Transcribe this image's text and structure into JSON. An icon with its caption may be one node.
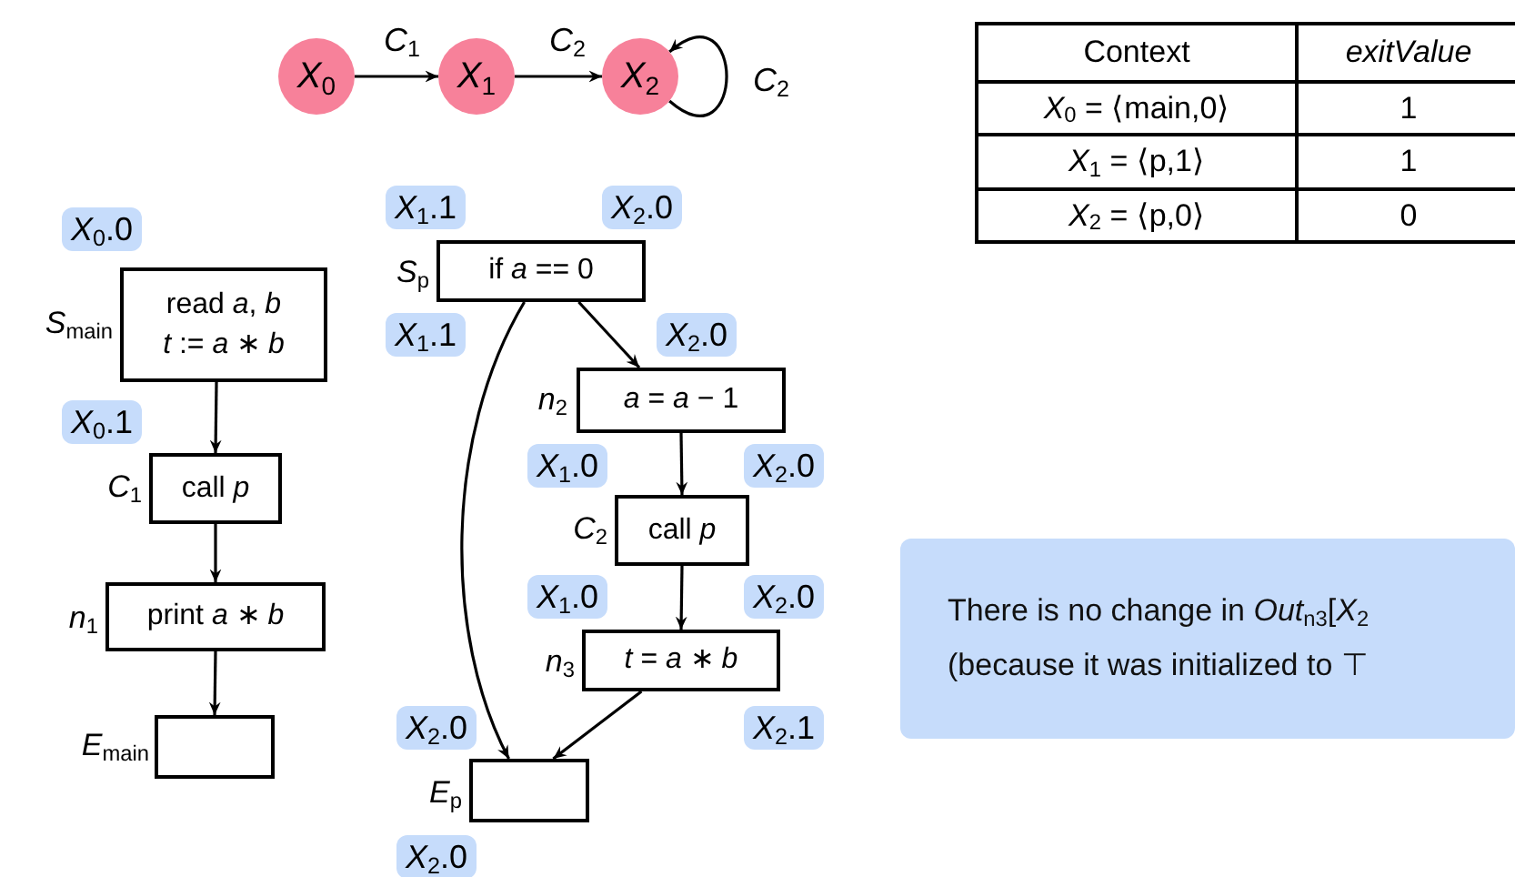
{
  "diagram": {
    "nodes": [
      {
        "text": [
          "*X*$_{0}$"
        ]
      },
      {
        "text": [
          "*X*$_{1}$"
        ]
      },
      {
        "text": [
          "*X*$_{2}$"
        ]
      },
      {
        "text": [
          "read *a*, *b* *t* := *a* ∗ *b*"
        ],
        "beside": [
          "*S*$_{main}$"
        ]
      },
      {
        "text": [
          "call *p*"
        ],
        "beside": [
          "*C*$_{1}$"
        ]
      },
      {
        "text": [
          "print *a* ∗ *b*"
        ],
        "beside": [
          "*n*$_{1}$"
        ]
      },
      {
        "text": [],
        "shape": "box",
        "beside": [
          "*E*$_{main}$"
        ]
      },
      {
        "text": [
          "if *a* == 0"
        ],
        "beside": [
          "*S*$_{p}$"
        ]
      },
      {
        "text": [
          "*a* = *a* − 1"
        ],
        "beside": [
          "*n*$_{2}$"
        ]
      },
      {
        "text": [
          "call *p*"
        ],
        "beside": [
          "*C*$_{2}$"
        ]
      },
      {
        "text": [
          "*t* = *a* ∗ *b*"
        ],
        "beside": [
          "*n*$_{3}$"
        ]
      },
      {
        "text": [],
        "shape": "box",
        "beside": [
          "*E*$_{p}$"
        ]
      },
      {
        "text": [
          "There is no change in *Out*$_{n3}$[*X*$_{2}$",
          "(because it was initialized to ⊤"
        ]
      }
    ],
    "edges": [
      {
        "from": 0,
        "to": 1,
        "arrow": "to",
        "label": "*C*$_{1}$"
      },
      {
        "from": 1,
        "to": 2,
        "arrow": "to",
        "label": "*C*$_{2}$"
      },
      {
        "from": 2,
        "to": 2,
        "arrow": "to",
        "label": "*C*$_{2}$"
      },
      {
        "from": 3,
        "to": 4,
        "arrow": "to"
      },
      {
        "from": 4,
        "to": 5,
        "arrow": "to"
      },
      {
        "from": 5,
        "to": 6,
        "arrow": "to"
      },
      {
        "from": 7,
        "to": 8,
        "arrow": "to"
      },
      {
        "from": 8,
        "to": 9,
        "arrow": "to"
      },
      {
        "from": 9,
        "to": 10,
        "arrow": "to"
      },
      {
        "from": 7,
        "to": 11,
        "arrow": "to"
      },
      {
        "from": 10,
        "to": 11,
        "arrow": "to"
      }
    ],
    "labels": [
      "Context",
      "exitValue",
      "*X*$_{0}$ = ⟨main,0⟩",
      "1",
      "*X*$_{1}$ = ⟨p,1⟩",
      "1",
      "*X*$_{2}$ = ⟨p,0⟩",
      "0",
      "*X*$_{0}$.0",
      "*X*$_{1}$.1",
      "*X*$_{2}$.0",
      "*X*$_{1}$.1",
      "*X*$_{2}$.0",
      "*X*$_{0}$.1",
      "*X*$_{1}$.0",
      "*X*$_{2}$.0",
      "*X*$_{1}$.0",
      "*X*$_{2}$.0",
      "*X*$_{2}$.0",
      "*X*$_{2}$.1",
      "*X*$_{2}$.0"
    ]
  }
}
